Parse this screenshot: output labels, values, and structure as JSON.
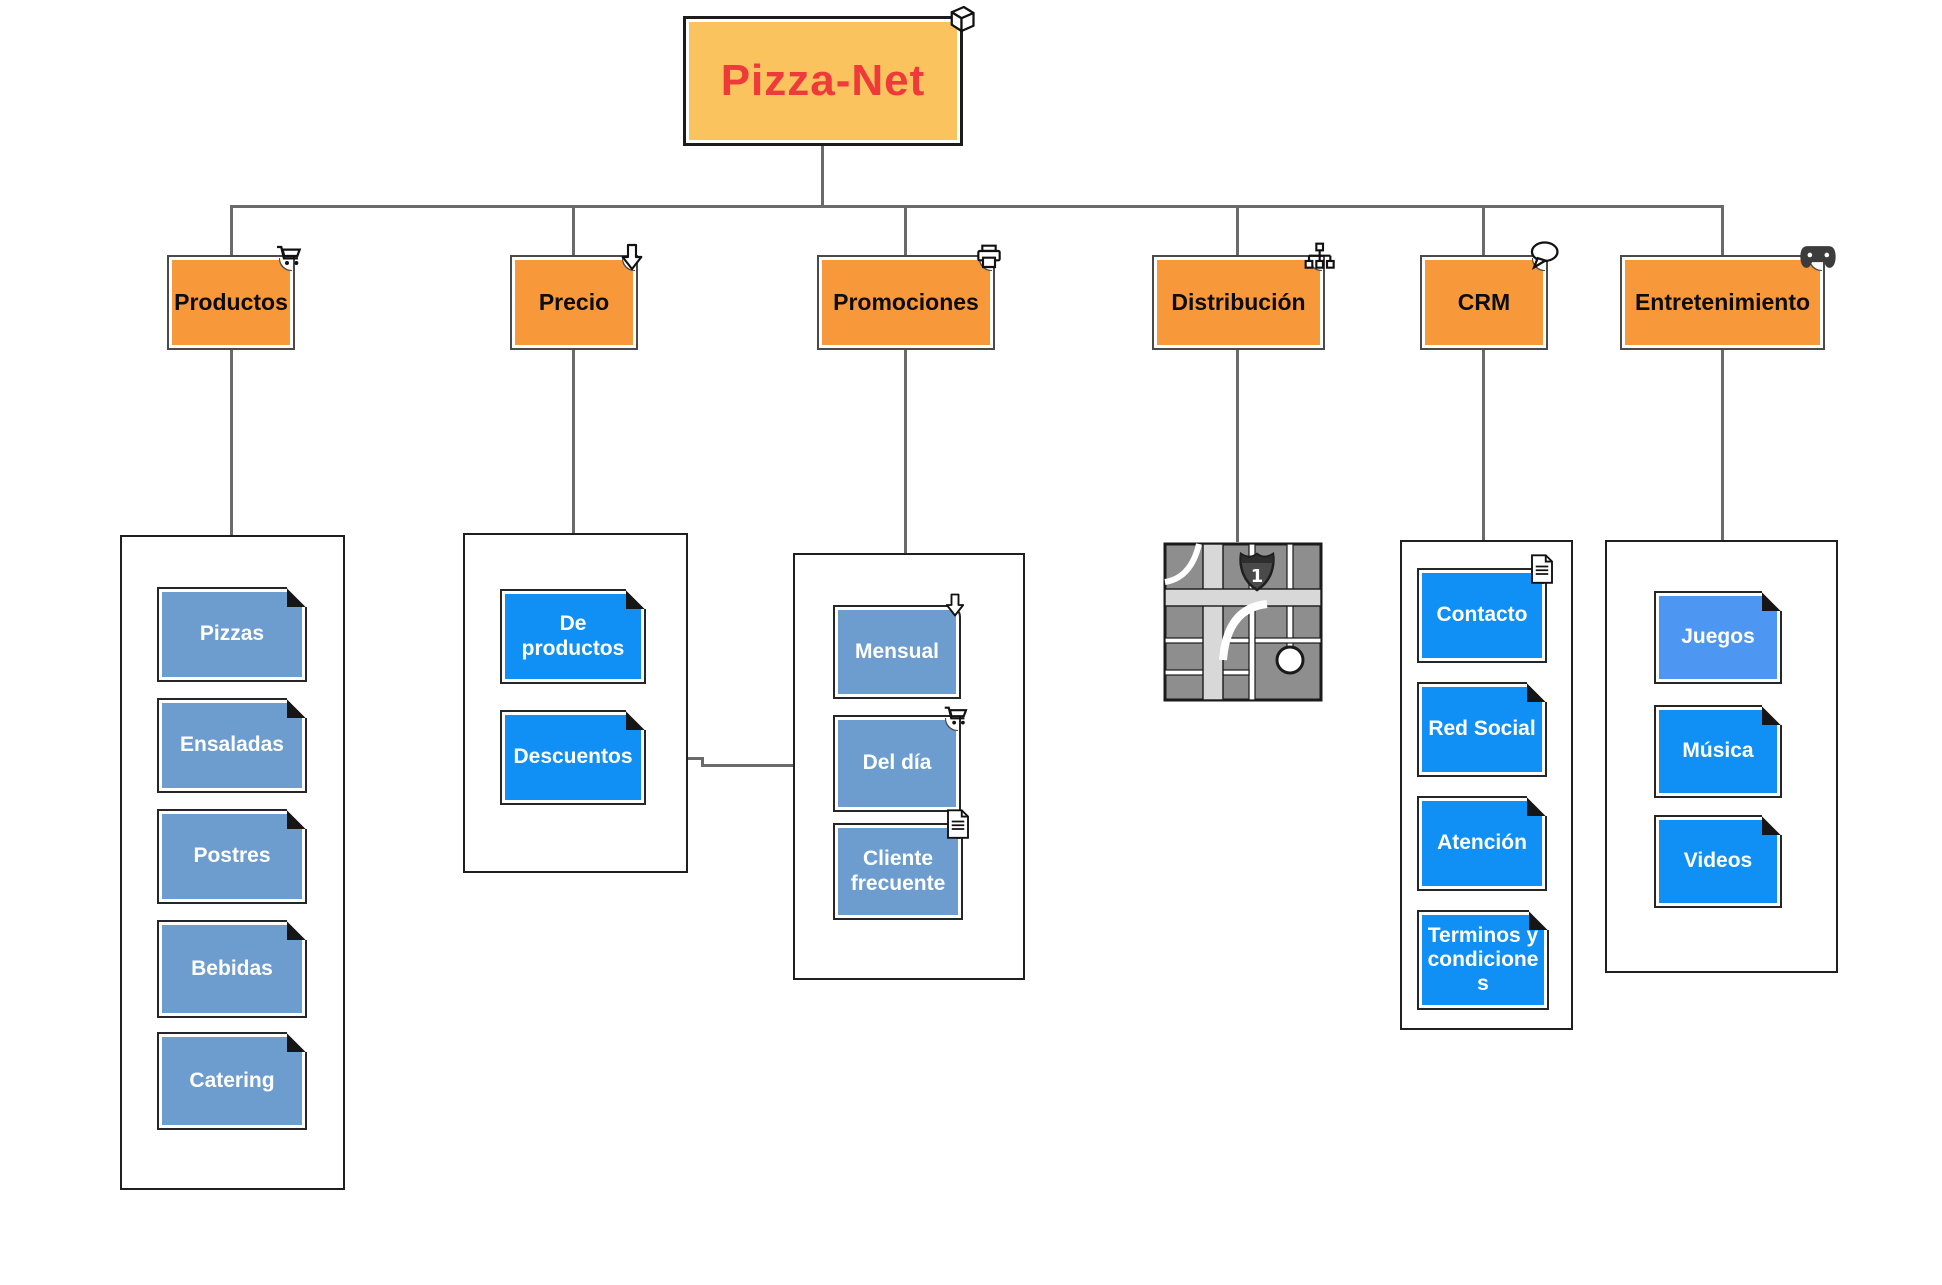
{
  "colors": {
    "root_fill": "#FBC35E",
    "root_text": "#EF3A3C",
    "header_fill": "#F7983A",
    "steel_fill": "#6D9DCF",
    "blue_fill": "#1090F5",
    "light_blue_fill": "#4D96F2",
    "connector": "#6a6a6a"
  },
  "root": {
    "label": "Pizza-Net",
    "icon": "package-cube-icon"
  },
  "branches": [
    {
      "id": "productos",
      "label": "Productos",
      "icon": "shopping-cart-icon",
      "children": [
        {
          "label": "Pizzas"
        },
        {
          "label": "Ensaladas"
        },
        {
          "label": "Postres"
        },
        {
          "label": "Bebidas"
        },
        {
          "label": "Catering"
        }
      ]
    },
    {
      "id": "precio",
      "label": "Precio",
      "icon": "arrow-down-icon",
      "children": [
        {
          "label": "De productos"
        },
        {
          "label": "Descuentos"
        }
      ]
    },
    {
      "id": "promociones",
      "label": "Promociones",
      "icon": "printer-icon",
      "children": [
        {
          "label": "Mensual",
          "icon": "arrow-down-icon"
        },
        {
          "label": "Del día",
          "icon": "shopping-cart-icon"
        },
        {
          "label": "Cliente frecuente",
          "icon": "document-icon"
        }
      ]
    },
    {
      "id": "distribucion",
      "label": "Distribución",
      "icon": "sitemap-icon",
      "map_label": "1",
      "children": []
    },
    {
      "id": "crm",
      "label": "CRM",
      "icon": "speech-bubble-icon",
      "children": [
        {
          "label": "Contacto",
          "icon": "document-icon"
        },
        {
          "label": "Red Social"
        },
        {
          "label": "Atención"
        },
        {
          "label": "Terminos y condiciones"
        }
      ]
    },
    {
      "id": "entretenimiento",
      "label": "Entretenimiento",
      "icon": "gamepad-icon",
      "children": [
        {
          "label": "Juegos"
        },
        {
          "label": "Música"
        },
        {
          "label": "Videos"
        }
      ]
    }
  ]
}
